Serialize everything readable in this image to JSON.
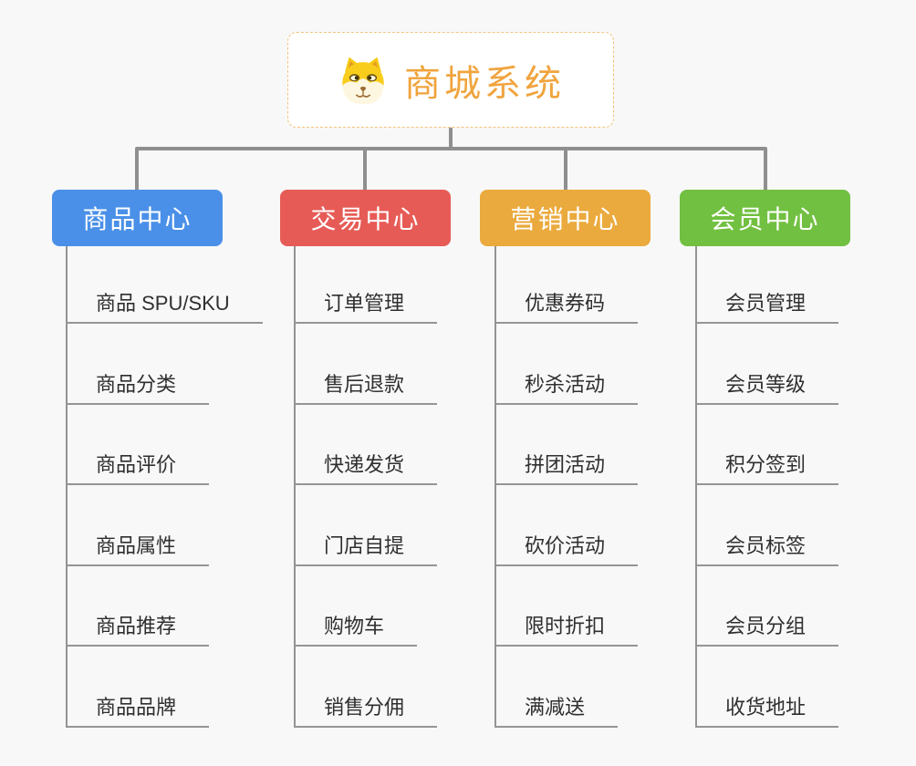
{
  "canvas": {
    "background_color": "#f8f8f8",
    "connector_color": "#8f8f8f"
  },
  "root": {
    "title": "商城系统",
    "icon": "dog-face-icon",
    "text_color": "#f0a43e",
    "border_color": "#f3c27a"
  },
  "tree": {
    "branches": [
      {
        "label": "商品中心",
        "color": "#4a90e8",
        "children": [
          "商品 SPU/SKU",
          "商品分类",
          "商品评价",
          "商品属性",
          "商品推荐",
          "商品品牌"
        ]
      },
      {
        "label": "交易中心",
        "color": "#e75b56",
        "children": [
          "订单管理",
          "售后退款",
          "快递发货",
          "门店自提",
          "购物车",
          "销售分佣"
        ]
      },
      {
        "label": "营销中心",
        "color": "#ebaa3d",
        "children": [
          "优惠券码",
          "秒杀活动",
          "拼团活动",
          "砍价活动",
          "限时折扣",
          "满减送"
        ]
      },
      {
        "label": "会员中心",
        "color": "#72c041",
        "children": [
          "会员管理",
          "会员等级",
          "积分签到",
          "会员标签",
          "会员分组",
          "收货地址"
        ]
      }
    ]
  }
}
